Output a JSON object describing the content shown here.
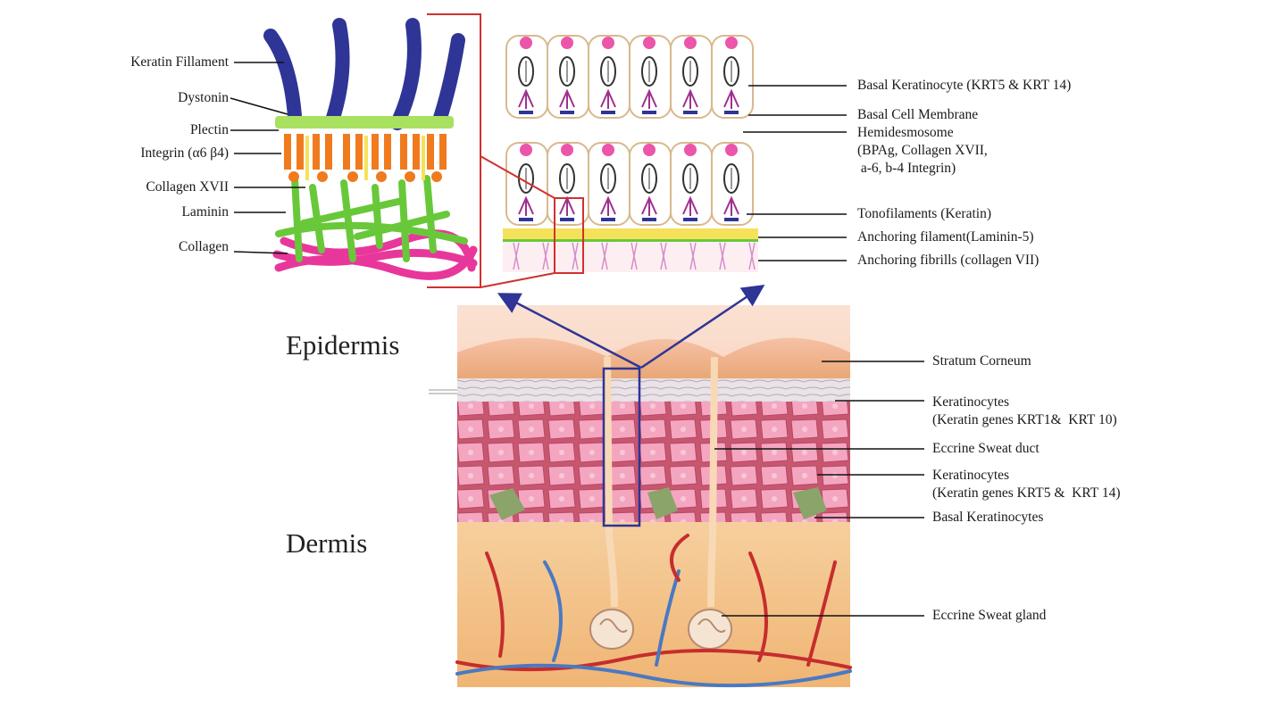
{
  "colors": {
    "keratin": "#2e3596",
    "plectin": "#a8e05f",
    "integrin": "#f07a1e",
    "collagen17": "#f5e25a",
    "laminin": "#68c83a",
    "collagen": "#e8379b",
    "arrow": "#2e3596",
    "zoom": "#d0312d",
    "skin_surface": "#f7c9a8",
    "keratinocyte": "#f29dbb",
    "dermis": "#f4c58e"
  },
  "left_panel": {
    "labels": [
      "Keratin Fillament",
      "Dystonin",
      "Plectin",
      "Integrin (α6 β4)",
      "Collagen XVII",
      "Laminin",
      "Collagen"
    ]
  },
  "right_panel": {
    "labels": [
      "Basal Keratinocyte (KRT5 & KRT 14)",
      "Basal Cell Membrane",
      "Hemidesmosome\n(BPAg, Collagen XVII,\n a-6, b-4 Integrin)",
      "Tonofilaments (Keratin)",
      "Anchoring filament(Laminin-5)",
      "Anchoring fibrills (collagen VII)"
    ]
  },
  "skin": {
    "layers": [
      "Epidermis",
      "Dermis"
    ],
    "labels": [
      "Stratum Corneum",
      "Keratinocytes\n(Keratin genes KRT1&  KRT 10)",
      "Eccrine Sweat duct",
      "Keratinocytes\n(Keratin genes KRT5 &  KRT 14)",
      "Basal Keratinocytes",
      "Eccrine Sweat gland"
    ]
  }
}
